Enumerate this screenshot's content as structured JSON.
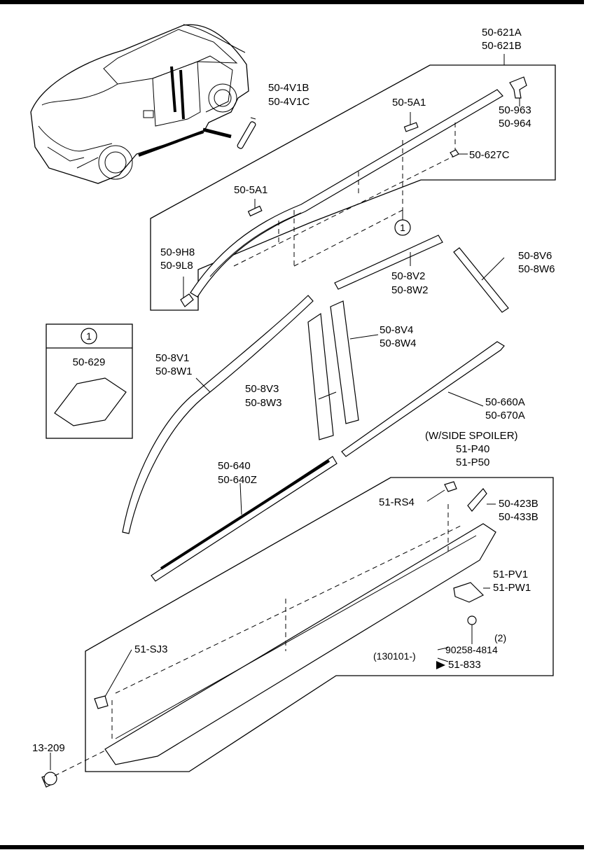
{
  "callouts": {
    "roof_moulding": [
      "50-621A",
      "50-621B"
    ],
    "front_pillar_garnish": [
      "50-4V1B",
      "50-4V1C"
    ],
    "roof_clip": [
      "50-963",
      "50-964"
    ],
    "fastener_a1_right": "50-5A1",
    "fastener_a1_left": "50-5A1",
    "roof_fastener": "50-627C",
    "roof_end_cap": [
      "50-9H8",
      "50-9L8"
    ],
    "detail_ref_marker": "1",
    "belt_upper": [
      "50-8V2",
      "50-8W2"
    ],
    "rear_pillar": [
      "50-8V6",
      "50-8W6"
    ],
    "door_frame_front": [
      "50-8V1",
      "50-8W1"
    ],
    "pillar_rear": [
      "50-8V4",
      "50-8W4"
    ],
    "pillar_front": [
      "50-8V3",
      "50-8W3"
    ],
    "belt_rear": [
      "50-660A",
      "50-670A"
    ],
    "belt_front": [
      "50-640",
      "50-640Z"
    ],
    "side_spoiler_condition": "(W/SIDE SPOILER)",
    "side_spoiler": [
      "51-P40",
      "51-P50"
    ],
    "spoiler_retainer": "51-RS4",
    "spoiler_end": [
      "50-423B",
      "50-433B"
    ],
    "spoiler_bracket": [
      "51-PV1",
      "51-PW1"
    ],
    "screw_qty": "(2)",
    "screw_part": "90258-4814",
    "serial_range": "(130101-)",
    "screw_replacement": "51-833",
    "spoiler_clip": "51-SJ3",
    "rocker_clip": "13-209"
  },
  "detail_box": {
    "marker": "1",
    "part": "50-629"
  }
}
